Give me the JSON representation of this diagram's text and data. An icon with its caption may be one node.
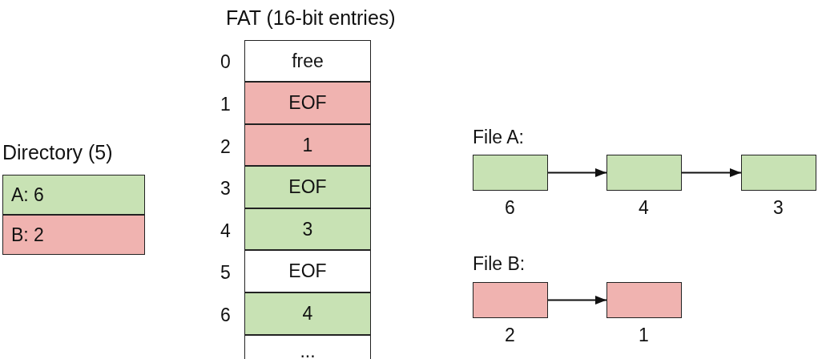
{
  "diagram": {
    "nodes": [
      {
        "text": [
          "A: 6"
        ]
      },
      {
        "text": [
          "B: 2"
        ]
      },
      {
        "text": [
          "free"
        ]
      },
      {
        "text": [
          "EOF"
        ]
      },
      {
        "text": [
          "1"
        ]
      },
      {
        "text": [
          "EOF"
        ]
      },
      {
        "text": [
          "3"
        ]
      },
      {
        "text": [
          "EOF"
        ]
      },
      {
        "text": [
          "4"
        ]
      },
      {
        "text": [
          "..."
        ]
      },
      {
        "text": [],
        "shape": "box",
        "beside": [
          "6"
        ]
      },
      {
        "text": [],
        "shape": "box",
        "beside": [
          "4"
        ]
      },
      {
        "text": [],
        "shape": "box",
        "beside": [
          "3"
        ]
      },
      {
        "text": [],
        "shape": "box",
        "beside": [
          "2"
        ]
      },
      {
        "text": [],
        "shape": "box",
        "beside": [
          "1"
        ]
      }
    ],
    "edges": [
      {
        "from": 10,
        "to": 11,
        "arrow": "to"
      },
      {
        "from": 11,
        "to": 12,
        "arrow": "to"
      },
      {
        "from": 13,
        "to": 14,
        "arrow": "to"
      }
    ],
    "labels": [
      "FAT (16-bit entries)",
      "0",
      "1",
      "Directory (5)",
      "2",
      "File A:",
      "3",
      "4",
      "File B:",
      "5",
      "6"
    ]
  }
}
